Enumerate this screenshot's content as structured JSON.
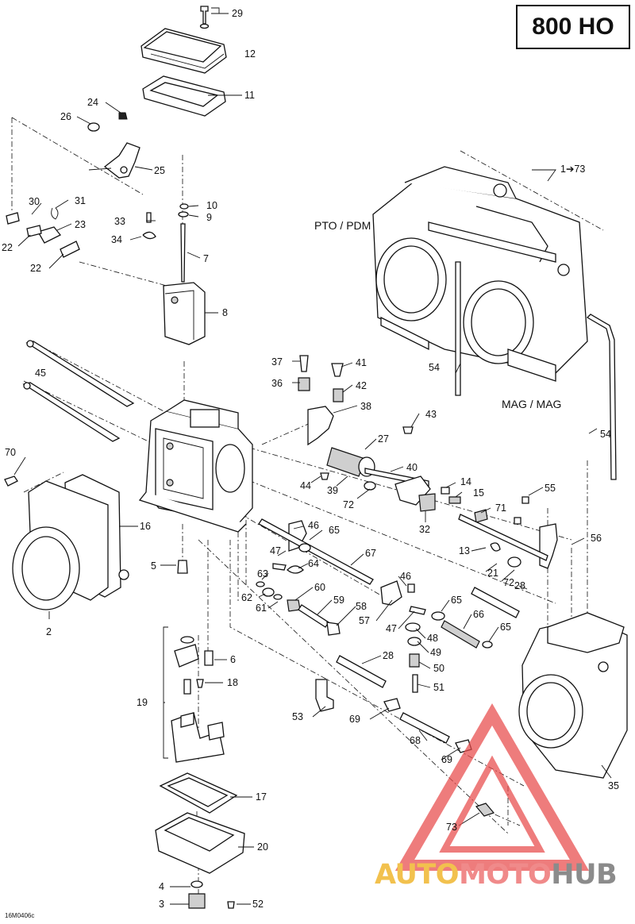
{
  "model_label": "800 HO",
  "side_labels": {
    "pto": "PTO / PDM",
    "mag": "MAG / MAG"
  },
  "drawing_code": "16M0406c",
  "watermark": {
    "part1": "AUTO",
    "part2": "MOTO",
    "part3": "HUB"
  },
  "colors": {
    "watermark_triangle": "#e84a4a",
    "watermark_auto": "#f2c14e",
    "watermark_moto": "#f08a8a",
    "watermark_hub": "#8b8b8b"
  },
  "callouts": {
    "c1_73": "1➔73",
    "c2": "2",
    "c3": "3",
    "c4": "4",
    "c5": "5",
    "c6": "6",
    "c7": "7",
    "c8": "8",
    "c9": "9",
    "c10": "10",
    "c11": "11",
    "c12": "12",
    "c13": "13",
    "c14": "14",
    "c15": "15",
    "c16": "16",
    "c17": "17",
    "c18": "18",
    "c19": "19",
    "c20": "20",
    "c21": "21",
    "c22a": "22",
    "c22b": "22",
    "c23": "23",
    "c24": "24",
    "c25": "25",
    "c26": "26",
    "c27": "27",
    "c28a": "28",
    "c28b": "28",
    "c29": "29",
    "c30": "30",
    "c31": "31",
    "c32": "32",
    "c33": "33",
    "c34": "34",
    "c35": "35",
    "c36": "36",
    "c37": "37",
    "c38": "38",
    "c39": "39",
    "c40": "40",
    "c41": "41",
    "c42": "42",
    "c43": "43",
    "c44": "44",
    "c45": "45",
    "c46a": "46",
    "c46b": "46",
    "c47a": "47",
    "c47b": "47",
    "c48": "48",
    "c49": "49",
    "c50": "50",
    "c51": "51",
    "c52": "52",
    "c53": "53",
    "c54a": "54",
    "c54b": "54",
    "c55": "55",
    "c56": "56",
    "c57": "57",
    "c58": "58",
    "c59": "59",
    "c60": "60",
    "c61": "61",
    "c62": "62",
    "c63": "63",
    "c64": "64",
    "c65a": "65",
    "c65b": "65",
    "c65c": "65",
    "c66": "66",
    "c67": "67",
    "c68": "68",
    "c69a": "69",
    "c69b": "69",
    "c70": "70",
    "c71": "71",
    "c72a": "72",
    "c72b": "72",
    "c73": "73"
  }
}
